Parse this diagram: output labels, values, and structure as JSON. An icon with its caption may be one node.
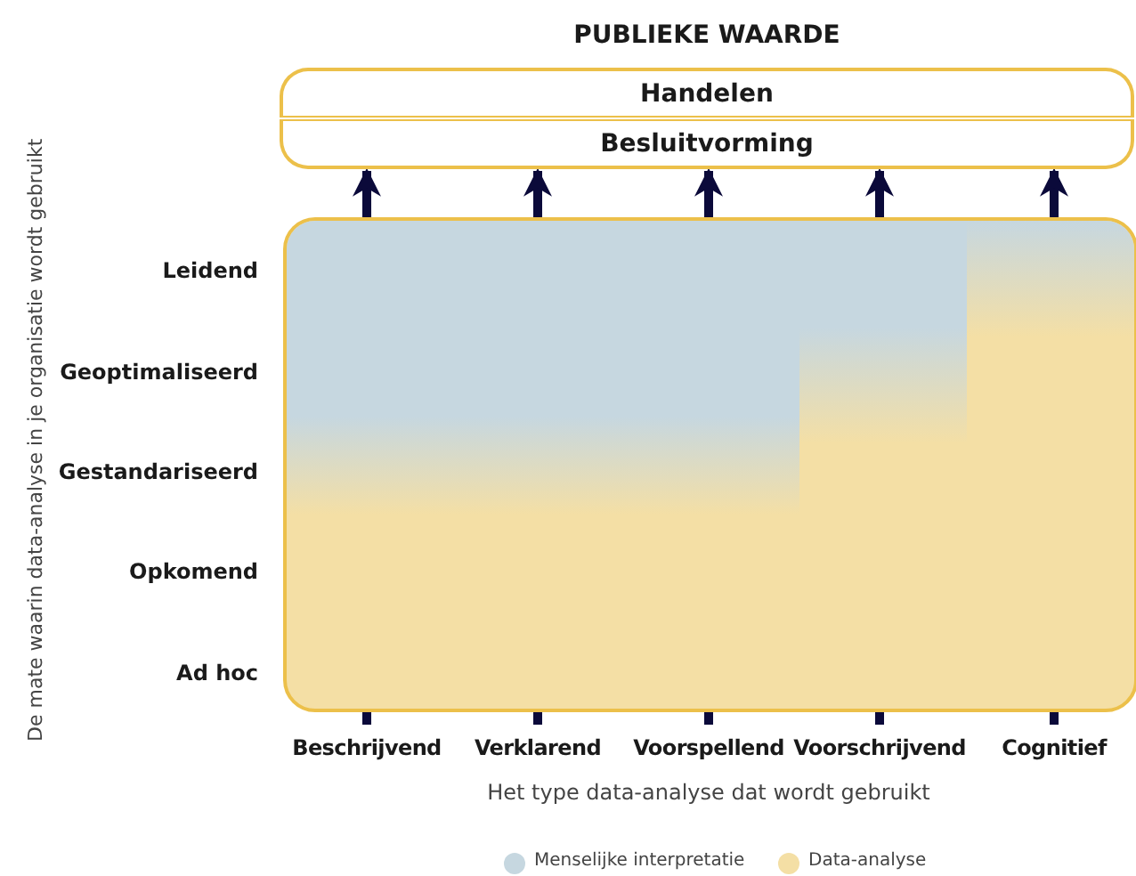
{
  "diagram": {
    "title": "PUBLIEKE WAARDE",
    "nodes": [
      {
        "text": [
          "Handelen"
        ]
      },
      {
        "text": [
          "Besluitvorming"
        ]
      },
      {
        "text": [
          "Beschrijvend"
        ]
      },
      {
        "text": [
          "Verklarend"
        ]
      },
      {
        "text": [
          "Voorspellend"
        ]
      },
      {
        "text": [
          "Voorschrijvend"
        ]
      },
      {
        "text": [
          "Cognitief"
        ]
      }
    ],
    "edges": [
      {
        "from": 2,
        "to": 1,
        "arrow": "to"
      },
      {
        "from": 3,
        "to": 1,
        "arrow": "to"
      },
      {
        "from": 4,
        "to": 1,
        "arrow": "to"
      },
      {
        "from": 5,
        "to": 1,
        "arrow": "to"
      },
      {
        "from": 6,
        "to": 1,
        "arrow": "to"
      }
    ],
    "labels": [
      "De mate waarin data-analyse in je organisatie wordt gebruikt",
      "Leidend",
      "Geoptimaliseerd",
      "Gestandariseerd",
      "Opkomend",
      "Ad hoc",
      "Het type data-analyse dat wordt gebruikt"
    ],
    "legend": [
      {
        "text": "Menselijke interpretatie",
        "color": "#c6d7e0"
      },
      {
        "text": "Data-analyse",
        "color": "#f4dfa5"
      }
    ]
  }
}
